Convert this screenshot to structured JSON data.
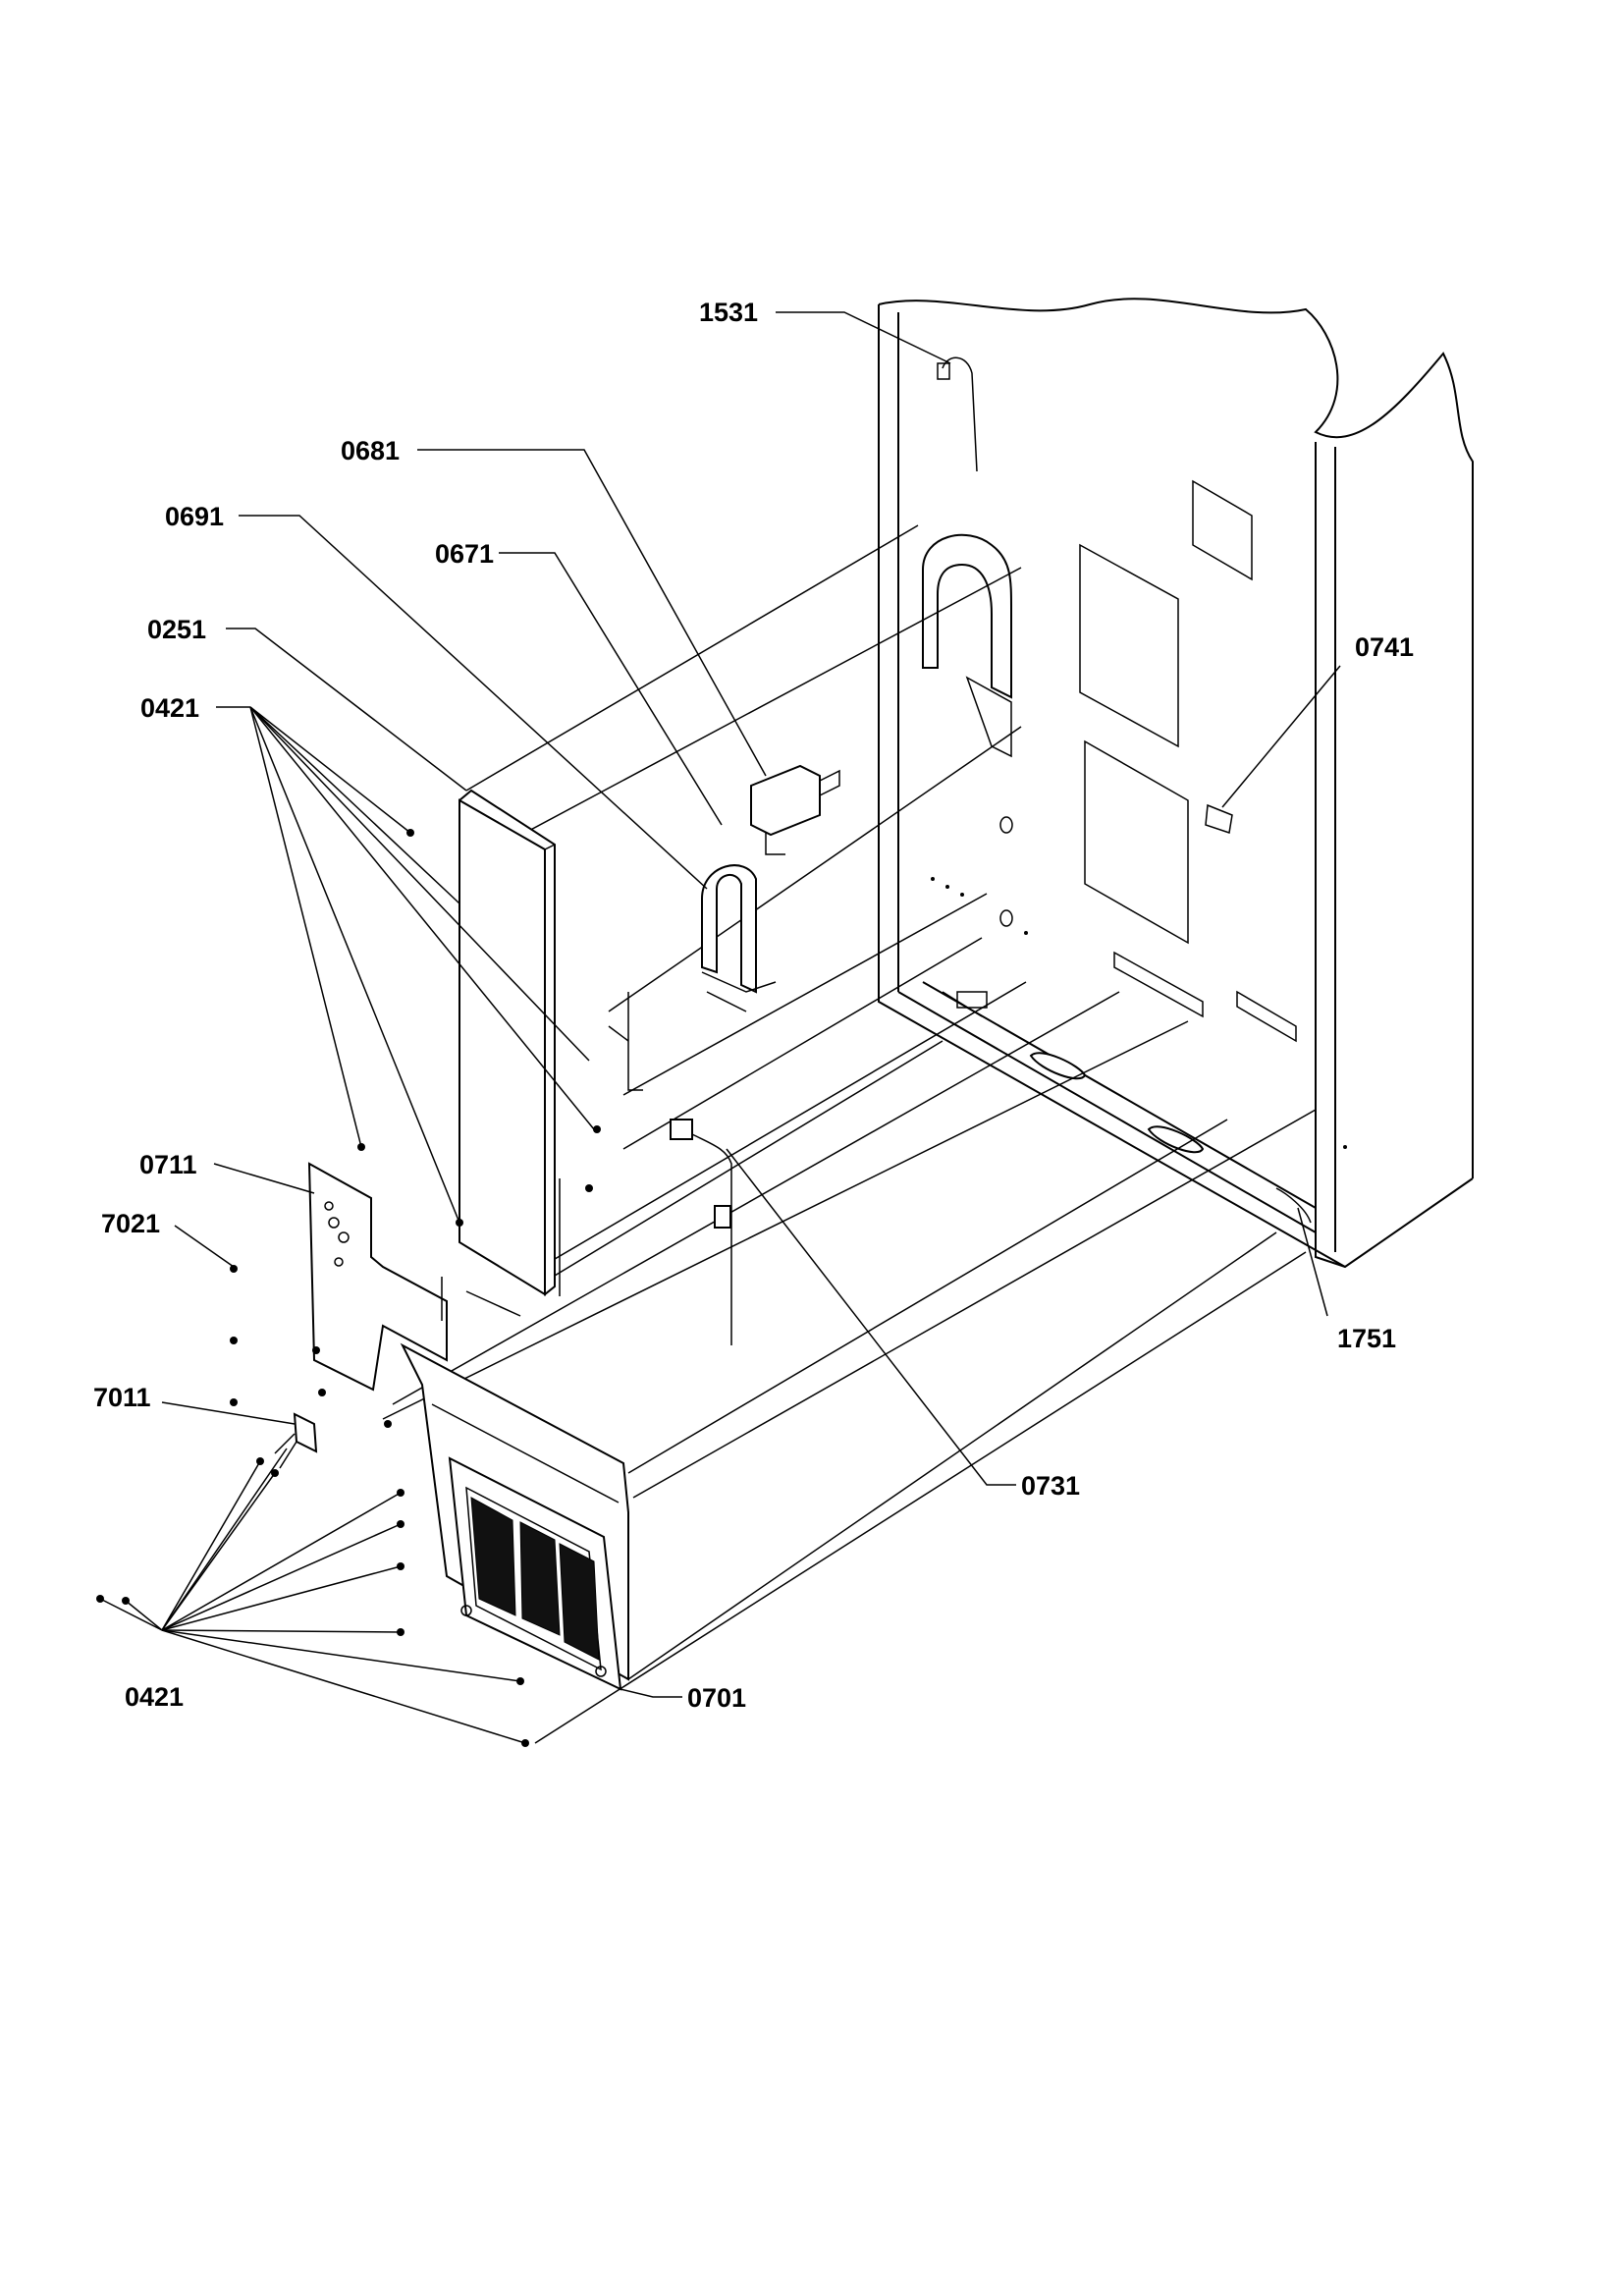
{
  "labels": {
    "l1531": "1531",
    "l0681": "0681",
    "l0691": "0691",
    "l0671": "0671",
    "l0251": "0251",
    "l0421_top": "0421",
    "l0741": "0741",
    "l0711": "0711",
    "l7021": "7021",
    "l7011": "7011",
    "l1751": "1751",
    "l0731": "0731",
    "l0421_bottom": "0421",
    "l0701": "0701"
  }
}
